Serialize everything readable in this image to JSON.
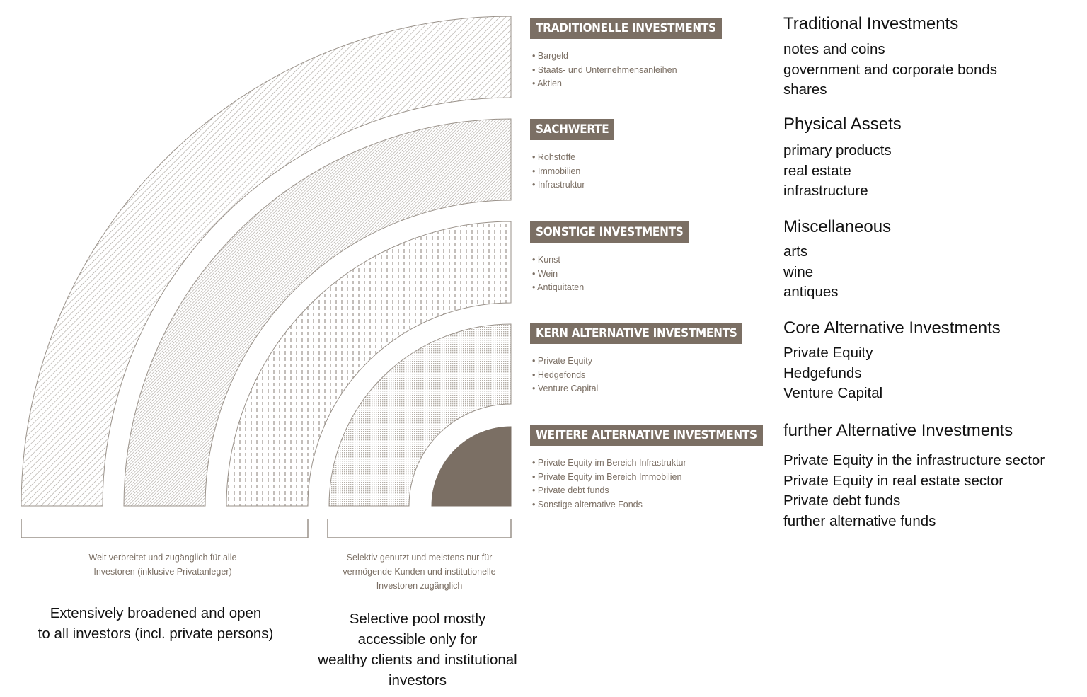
{
  "colors": {
    "accent": "#7b6f64",
    "pattern": "#a9a39c"
  },
  "categories": [
    {
      "de_title": "TRADITIONELLE INVESTMENTS",
      "de_items": [
        "Bargeld",
        "Staats- und Unternehmensanleihen",
        "Aktien"
      ],
      "en_title": "Traditional Investments",
      "en_items": [
        "notes and coins",
        "government and corporate bonds",
        "shares"
      ]
    },
    {
      "de_title": "SACHWERTE",
      "de_items": [
        "Rohstoffe",
        "Immobilien",
        "Infrastruktur"
      ],
      "en_title": "Physical Assets",
      "en_items": [
        "primary products",
        "real estate",
        "infrastructure"
      ]
    },
    {
      "de_title": "SONSTIGE INVESTMENTS",
      "de_items": [
        "Kunst",
        "Wein",
        "Antiquitäten"
      ],
      "en_title": "Miscellaneous",
      "en_items": [
        "arts",
        "wine",
        "antiques"
      ]
    },
    {
      "de_title": "KERN ALTERNATIVE INVESTMENTS",
      "de_items": [
        "Private Equity",
        "Hedgefonds",
        "Venture Capital"
      ],
      "en_title": "Core Alternative Investments",
      "en_items": [
        "Private Equity",
        "Hedgefunds",
        "Venture Capital"
      ]
    },
    {
      "de_title": "WEITERE ALTERNATIVE INVESTMENTS",
      "de_items": [
        "Private Equity im Bereich Infrastruktur",
        "Private Equity im Bereich Immobilien",
        "Private debt funds",
        "Sonstige alternative Fonds"
      ],
      "en_title": "further Alternative Investments",
      "en_items": [
        "Private Equity in the infrastructure sector",
        "Private Equity in real estate sector",
        "Private debt funds",
        "further alternative funds"
      ]
    }
  ],
  "captions": {
    "left_de": [
      "Weit verbreitet und zugänglich für alle",
      "Investoren  (inklusive Privatanleger)"
    ],
    "left_en": [
      "Extensively broadened and open",
      "to all investors (incl. private persons)"
    ],
    "right_de": [
      "Selektiv genutzt und meistens nur für",
      "vermögende Kunden und institutionelle",
      "Investoren zugänglich"
    ],
    "right_en": [
      "Selective pool mostly",
      "accessible only for",
      "wealthy clients and institutional",
      "investors"
    ]
  }
}
